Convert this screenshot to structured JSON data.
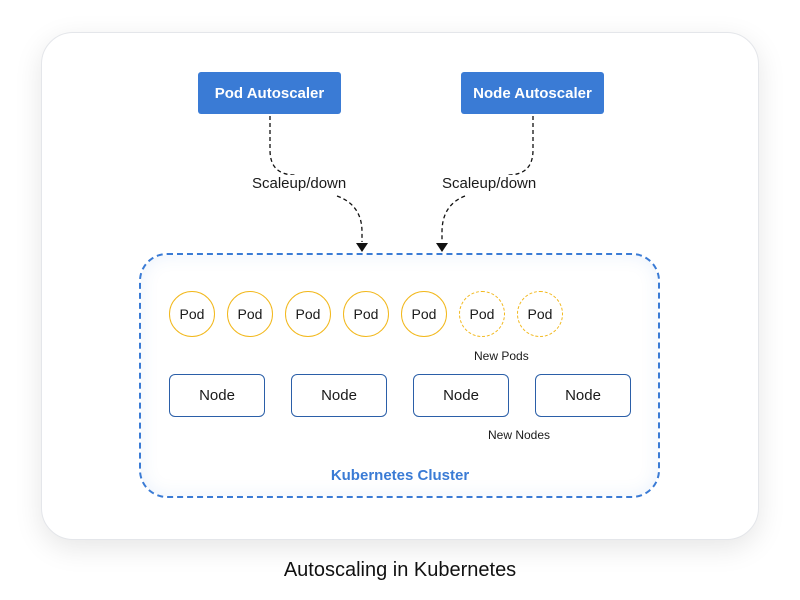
{
  "autoscalers": {
    "pod": "Pod Autoscaler",
    "node": "Node Autoscaler"
  },
  "arrows": {
    "left_label": "Scaleup/down",
    "right_label": "Scaleup/down"
  },
  "cluster": {
    "label": "Kubernetes Cluster",
    "pods": [
      {
        "label": "Pod",
        "new": false
      },
      {
        "label": "Pod",
        "new": false
      },
      {
        "label": "Pod",
        "new": false
      },
      {
        "label": "Pod",
        "new": false
      },
      {
        "label": "Pod",
        "new": false
      },
      {
        "label": "Pod",
        "new": true
      },
      {
        "label": "Pod",
        "new": true
      }
    ],
    "new_pods_label": "New Pods",
    "nodes": [
      {
        "label": "Node"
      },
      {
        "label": "Node"
      },
      {
        "label": "Node"
      },
      {
        "label": "Node"
      }
    ],
    "new_nodes_label": "New Nodes"
  },
  "caption": "Autoscaling in Kubernetes",
  "colors": {
    "accent": "#3a7bd5",
    "pod_border": "#f2b81c",
    "node_border": "#2b5fa8"
  }
}
